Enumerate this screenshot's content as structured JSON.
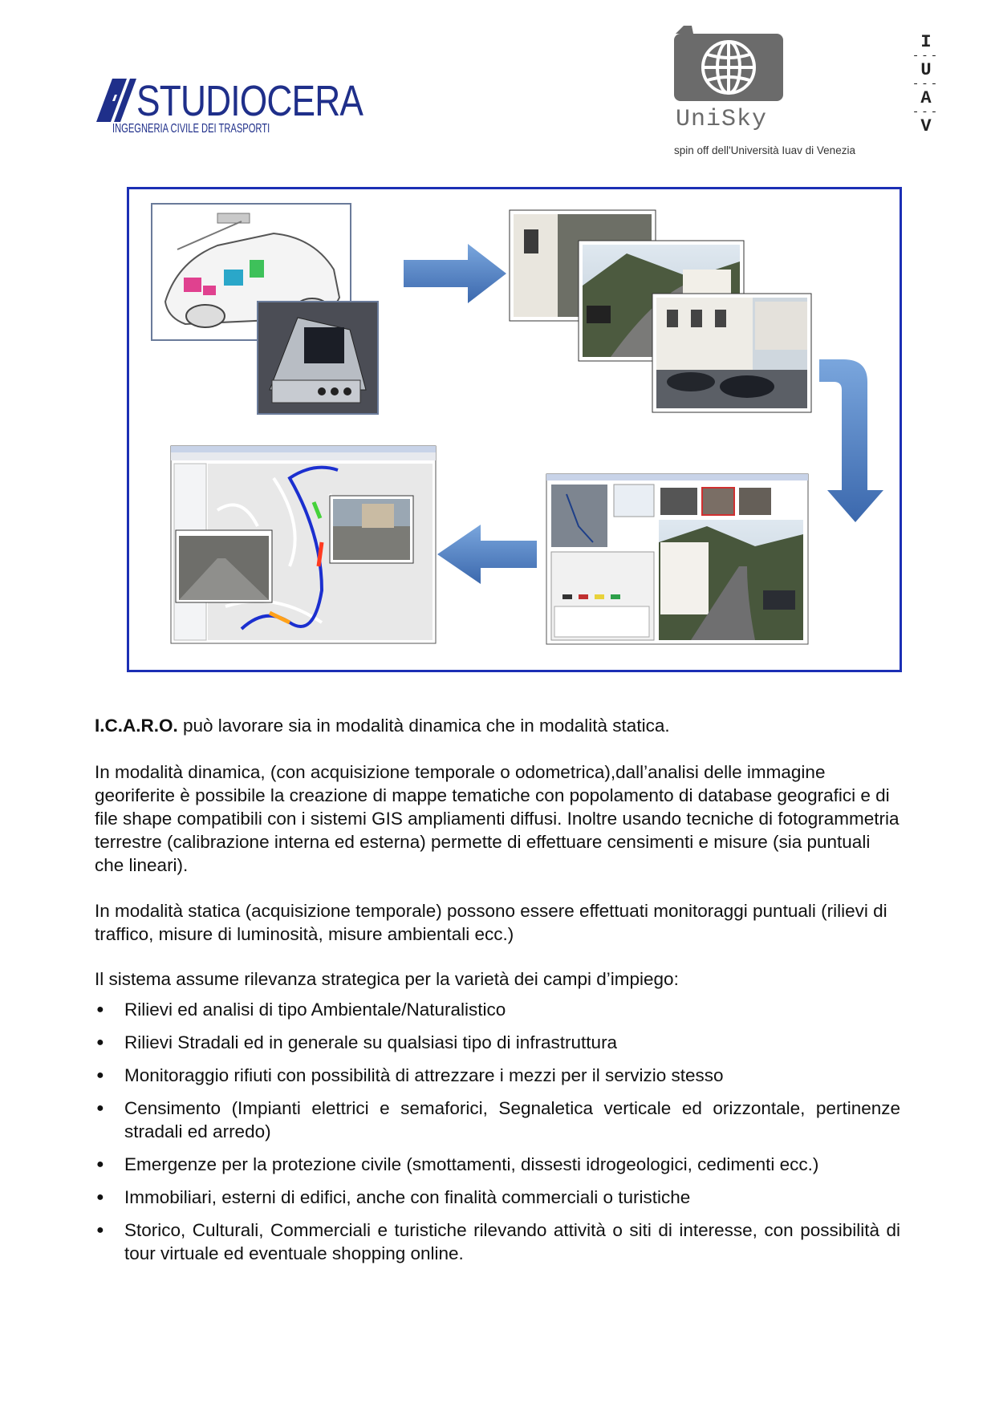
{
  "header": {
    "studiocera_name": "STUDIOCERA",
    "studiocera_tagline": "INGEGNERIA CIVILE DEI TRASPORTI",
    "unisky_name": "UniSky",
    "unisky_tagline": "spin off dell'Università Iuav di Venezia",
    "iuav_letters": [
      "I",
      "U",
      "A",
      "V"
    ]
  },
  "colors": {
    "frame_border": "#1c2fb5",
    "arrow_fill": "#4a7bbf",
    "brand_blue": "#1f2f8a"
  },
  "body": {
    "p1_bold": "I.C.A.R.O.",
    "p1_rest": " può lavorare sia in modalità dinamica  che in modalità statica.",
    "p2": "In modalità dinamica, (con acquisizione temporale o odometrica),dall’analisi delle immagine georiferite è possibile la creazione di mappe tematiche con popolamento di database geografici e di file shape compatibili con i sistemi GIS ampliamenti diffusi. Inoltre usando tecniche di fotogrammetria terrestre (calibrazione interna ed esterna) permette di effettuare censimenti e misure (sia puntuali che lineari).",
    "p3": "In modalità statica (acquisizione temporale) possono essere effettuati monitoraggi puntuali (rilievi di traffico, misure di luminosità, misure ambientali ecc.)",
    "p4": "Il sistema assume rilevanza strategica per la varietà dei campi d’impiego:",
    "bullets": [
      " Rilievi ed analisi di tipo Ambientale/Naturalistico",
      "Rilievi Stradali ed in generale su qualsiasi tipo di infrastruttura",
      "Monitoraggio rifiuti con possibilità di attrezzare i mezzi per il servizio stesso",
      "Censimento (Impianti elettrici e semaforici, Segnaletica verticale ed orizzontale, pertinenze stradali ed arredo)",
      "Emergenze per la protezione civile (smottamenti, dissesti idrogeologici, cedimenti ecc.)",
      "Immobiliari, esterni di edifici, anche con finalità commerciali o turistiche",
      "Storico, Culturali, Commerciali e turistiche rilevando attività o siti di interesse, con possibilità di tour virtuale ed eventuale shopping online."
    ]
  }
}
